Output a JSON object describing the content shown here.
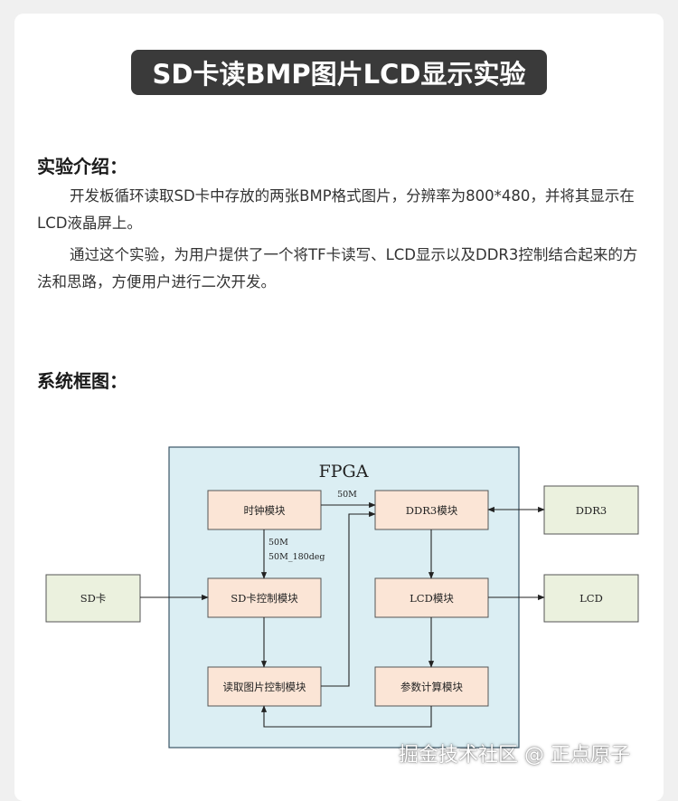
{
  "title": "SD卡读BMP图片LCD显示实验",
  "intro": {
    "heading": "实验介绍：",
    "paragraphs": [
      "开发板循环读取SD卡中存放的两张BMP格式图片，分辨率为800*480，并将其显示在LCD液晶屏上。",
      "通过这个实验，为用户提供了一个将TF卡读写、LCD显示以及DDR3控制结合起来的方法和思路，方便用户进行二次开发。"
    ]
  },
  "diagram_section": {
    "heading": "系统框图："
  },
  "diagram": {
    "fpga_label": "FPGA",
    "blocks": {
      "clock": "时钟模块",
      "sd_ctrl": "SD卡控制模块",
      "read_pic": "读取图片控制模块",
      "ddr3_mod": "DDR3模块",
      "lcd_mod": "LCD模块",
      "param": "参数计算模块",
      "ext_sd": "SD卡",
      "ext_ddr3": "DDR3",
      "ext_lcd": "LCD"
    },
    "signals": {
      "clk_to_ddr3": "50M",
      "clk_to_sd_1": "50M",
      "clk_to_sd_2": "50M_180deg"
    },
    "colors": {
      "fpga_fill": "#dbeef3",
      "module_fill": "#fbe5d6",
      "external_fill": "#ebf1de"
    }
  },
  "watermark": "掘金技术社区 @ 正点原子"
}
